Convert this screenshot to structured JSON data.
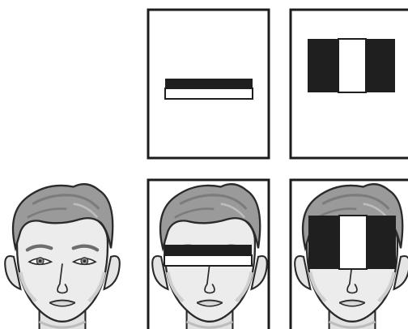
{
  "colors": {
    "background": "#ffffff",
    "frame_stroke": "#1c1c1c",
    "feature_dark": "#1f1f1f",
    "feature_light": "#ffffff",
    "hair": "#9a9a9a",
    "hair_shadow": "#7c7c7c",
    "skin": "#e9e9e9",
    "skin_shadow": "#cfcfcf",
    "line": "#2a2a2a"
  },
  "panels": [
    {
      "id": "edge-feature-panel",
      "feature": "horizontal-edge",
      "overlay_face": false
    },
    {
      "id": "line-feature-panel",
      "feature": "vertical-line",
      "overlay_face": false
    },
    {
      "id": "face-plain",
      "feature": "none",
      "overlay_face": true
    },
    {
      "id": "face-edge-panel",
      "feature": "horizontal-edge",
      "overlay_face": true
    },
    {
      "id": "face-line-panel",
      "feature": "vertical-line",
      "overlay_face": true
    }
  ]
}
